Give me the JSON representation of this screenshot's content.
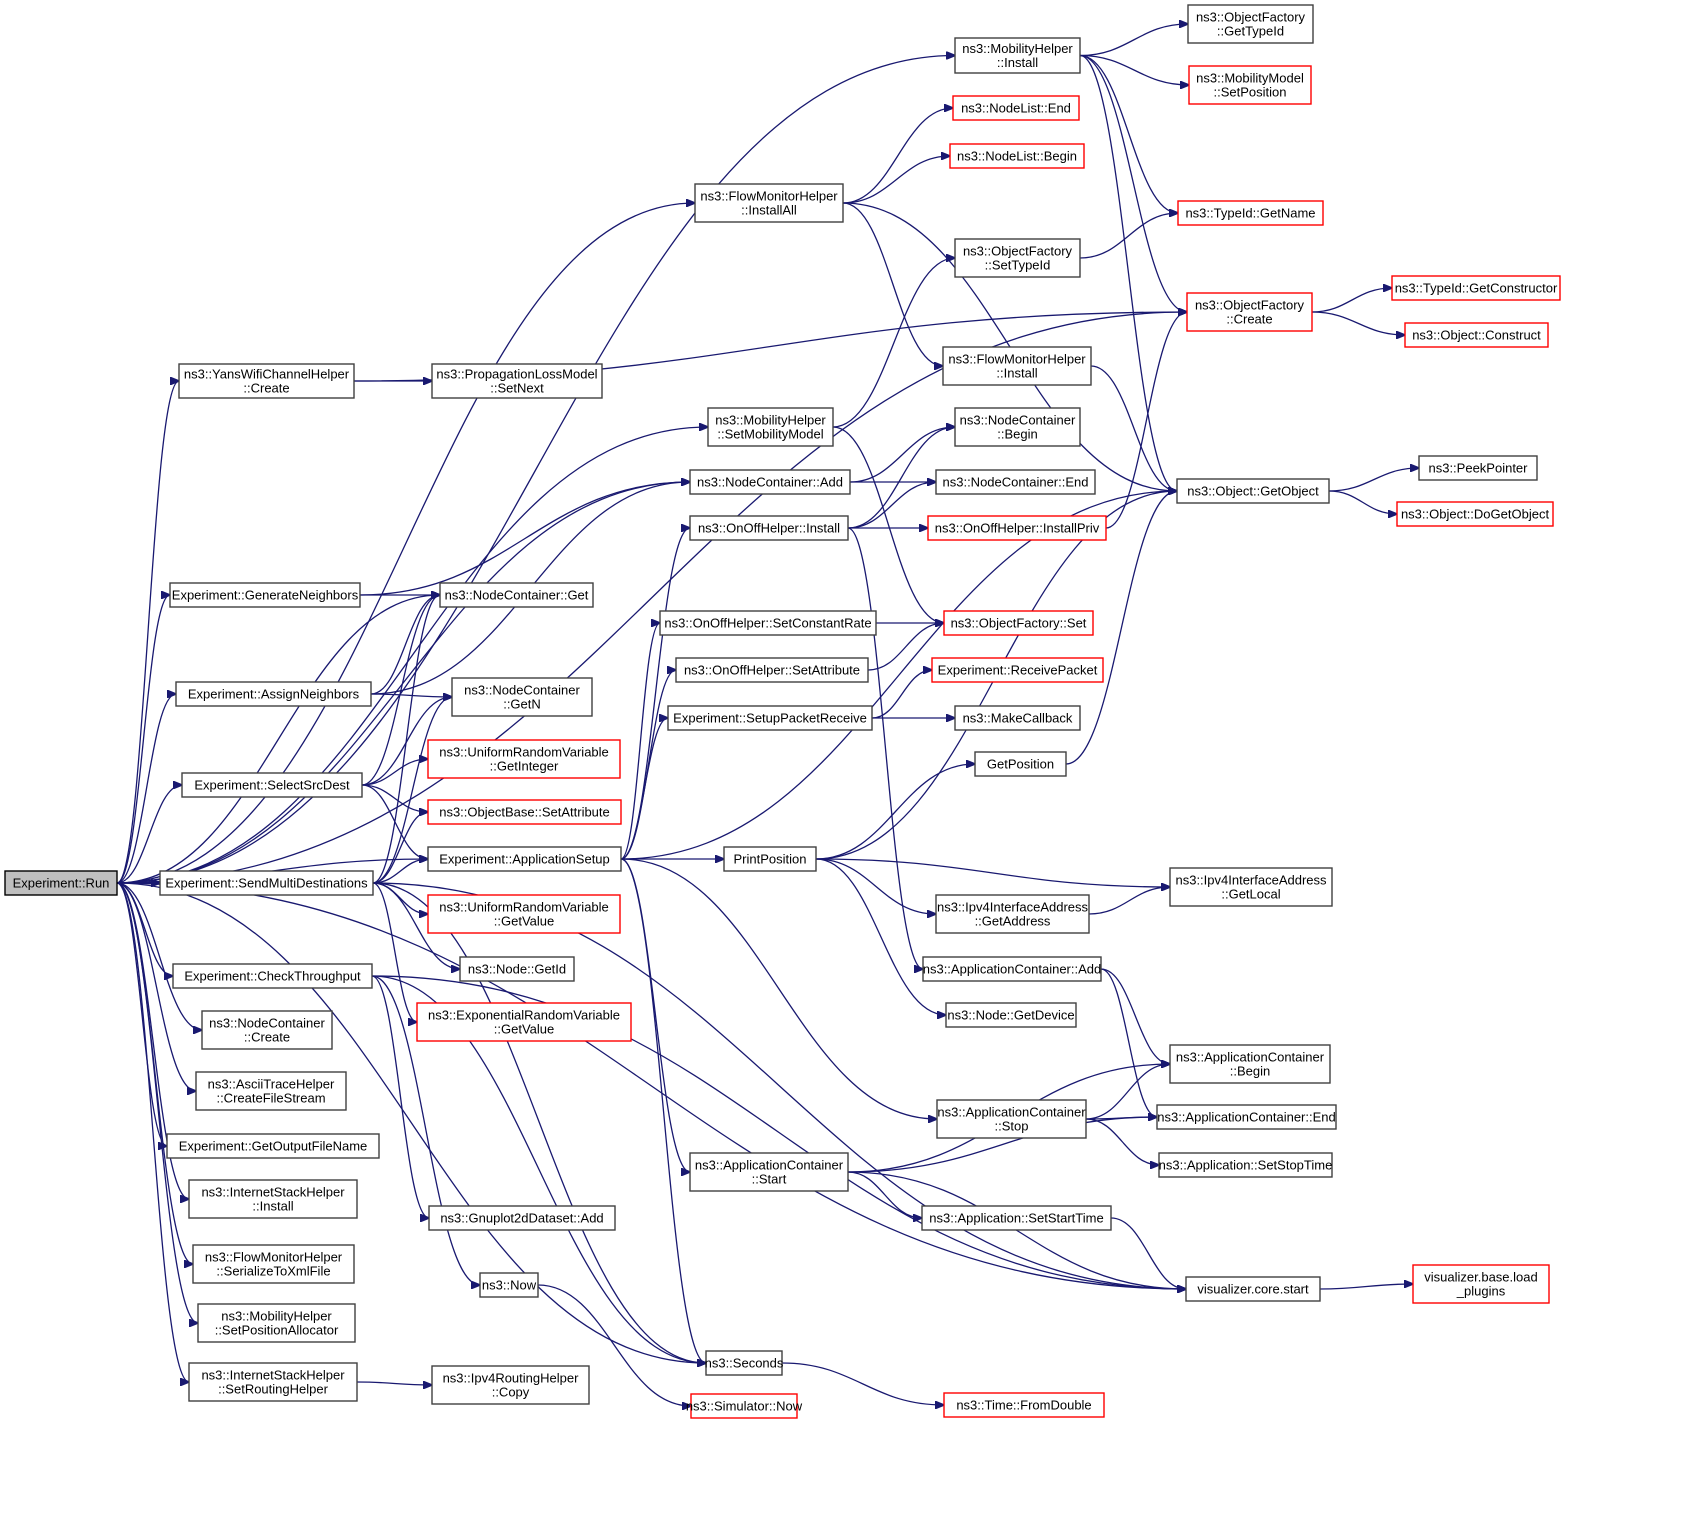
{
  "diagram": {
    "title": "Experiment::Run call graph",
    "colors": {
      "edge": "#191970",
      "border": "#404040",
      "border_truncated": "#ff0000",
      "root_fill": "#bfbfbf"
    },
    "nodes": [
      {
        "id": "run",
        "lines": [
          "Experiment::Run"
        ],
        "root": true
      },
      {
        "id": "mob_install",
        "lines": [
          "ns3::MobilityHelper",
          "::Install"
        ]
      },
      {
        "id": "of_gettypeid",
        "lines": [
          "ns3::ObjectFactory",
          "::GetTypeId"
        ]
      },
      {
        "id": "mm_setpos",
        "lines": [
          "ns3::MobilityModel",
          "::SetPosition"
        ],
        "truncated": true
      },
      {
        "id": "nl_end",
        "lines": [
          "ns3::NodeList::End"
        ],
        "truncated": true
      },
      {
        "id": "nl_begin",
        "lines": [
          "ns3::NodeList::Begin"
        ],
        "truncated": true
      },
      {
        "id": "fmh_installall",
        "lines": [
          "ns3::FlowMonitorHelper",
          "::InstallAll"
        ]
      },
      {
        "id": "tid_getname",
        "lines": [
          "ns3::TypeId::GetName"
        ],
        "truncated": true
      },
      {
        "id": "of_settypeid",
        "lines": [
          "ns3::ObjectFactory",
          "::SetTypeId"
        ]
      },
      {
        "id": "of_create",
        "lines": [
          "ns3::ObjectFactory",
          "::Create"
        ],
        "truncated": true
      },
      {
        "id": "tid_getctor",
        "lines": [
          "ns3::TypeId::GetConstructor"
        ],
        "truncated": true
      },
      {
        "id": "obj_construct",
        "lines": [
          "ns3::Object::Construct"
        ],
        "truncated": true
      },
      {
        "id": "yans_create",
        "lines": [
          "ns3::YansWifiChannelHelper",
          "::Create"
        ]
      },
      {
        "id": "plm_setnext",
        "lines": [
          "ns3::PropagationLossModel",
          "::SetNext"
        ]
      },
      {
        "id": "fmh_install",
        "lines": [
          "ns3::FlowMonitorHelper",
          "::Install"
        ]
      },
      {
        "id": "mob_setmm",
        "lines": [
          "ns3::MobilityHelper",
          "::SetMobilityModel"
        ]
      },
      {
        "id": "nc_begin",
        "lines": [
          "ns3::NodeContainer",
          "::Begin"
        ]
      },
      {
        "id": "obj_getobject",
        "lines": [
          "ns3::Object::GetObject"
        ]
      },
      {
        "id": "peekpointer",
        "lines": [
          "ns3::PeekPointer"
        ]
      },
      {
        "id": "nc_add",
        "lines": [
          "ns3::NodeContainer::Add"
        ]
      },
      {
        "id": "nc_end",
        "lines": [
          "ns3::NodeContainer::End"
        ]
      },
      {
        "id": "obj_dogetobject",
        "lines": [
          "ns3::Object::DoGetObject"
        ],
        "truncated": true
      },
      {
        "id": "onoff_install",
        "lines": [
          "ns3::OnOffHelper::Install"
        ]
      },
      {
        "id": "onoff_installpriv",
        "lines": [
          "ns3::OnOffHelper::InstallPriv"
        ],
        "truncated": true
      },
      {
        "id": "gen_neighbors",
        "lines": [
          "Experiment::GenerateNeighbors"
        ]
      },
      {
        "id": "nc_get",
        "lines": [
          "ns3::NodeContainer::Get"
        ]
      },
      {
        "id": "onoff_setrate",
        "lines": [
          "ns3::OnOffHelper::SetConstantRate"
        ]
      },
      {
        "id": "of_set",
        "lines": [
          "ns3::ObjectFactory::Set"
        ],
        "truncated": true
      },
      {
        "id": "assign_neighbors",
        "lines": [
          "Experiment::AssignNeighbors"
        ]
      },
      {
        "id": "nc_getn",
        "lines": [
          "ns3::NodeContainer",
          "::GetN"
        ]
      },
      {
        "id": "onoff_setattr",
        "lines": [
          "ns3::OnOffHelper::SetAttribute"
        ]
      },
      {
        "id": "recv_packet",
        "lines": [
          "Experiment::ReceivePacket"
        ],
        "truncated": true
      },
      {
        "id": "setup_recv",
        "lines": [
          "Experiment::SetupPacketReceive"
        ]
      },
      {
        "id": "makecallback",
        "lines": [
          "ns3::MakeCallback"
        ]
      },
      {
        "id": "urv_getint",
        "lines": [
          "ns3::UniformRandomVariable",
          "::GetInteger"
        ],
        "truncated": true
      },
      {
        "id": "getposition",
        "lines": [
          "GetPosition"
        ]
      },
      {
        "id": "select_srcdest",
        "lines": [
          "Experiment::SelectSrcDest"
        ]
      },
      {
        "id": "ob_setattr",
        "lines": [
          "ns3::ObjectBase::SetAttribute"
        ],
        "truncated": true
      },
      {
        "id": "app_setup",
        "lines": [
          "Experiment::ApplicationSetup"
        ]
      },
      {
        "id": "printposition",
        "lines": [
          "PrintPosition"
        ]
      },
      {
        "id": "send_multi",
        "lines": [
          "Experiment::SendMultiDestinations"
        ]
      },
      {
        "id": "ipv4_getlocal",
        "lines": [
          "ns3::Ipv4InterfaceAddress",
          "::GetLocal"
        ]
      },
      {
        "id": "urv_getvalue",
        "lines": [
          "ns3::UniformRandomVariable",
          "::GetValue"
        ],
        "truncated": true
      },
      {
        "id": "ipv4_getaddr",
        "lines": [
          "ns3::Ipv4InterfaceAddress",
          "::GetAddress"
        ]
      },
      {
        "id": "node_getid",
        "lines": [
          "ns3::Node::GetId"
        ]
      },
      {
        "id": "ac_add",
        "lines": [
          "ns3::ApplicationContainer::Add"
        ]
      },
      {
        "id": "check_tput",
        "lines": [
          "Experiment::CheckThroughput"
        ]
      },
      {
        "id": "erv_getvalue",
        "lines": [
          "ns3::ExponentialRandomVariable",
          "::GetValue"
        ],
        "truncated": true
      },
      {
        "id": "node_getdevice",
        "lines": [
          "ns3::Node::GetDevice"
        ]
      },
      {
        "id": "nc_create",
        "lines": [
          "ns3::NodeContainer",
          "::Create"
        ]
      },
      {
        "id": "ac_begin",
        "lines": [
          "ns3::ApplicationContainer",
          "::Begin"
        ]
      },
      {
        "id": "ascii_create",
        "lines": [
          "ns3::AsciiTraceHelper",
          "::CreateFileStream"
        ]
      },
      {
        "id": "ac_stop",
        "lines": [
          "ns3::ApplicationContainer",
          "::Stop"
        ]
      },
      {
        "id": "ac_end",
        "lines": [
          "ns3::ApplicationContainer::End"
        ]
      },
      {
        "id": "get_outfile",
        "lines": [
          "Experiment::GetOutputFileName"
        ]
      },
      {
        "id": "ac_start",
        "lines": [
          "ns3::ApplicationContainer",
          "::Start"
        ]
      },
      {
        "id": "app_setstop",
        "lines": [
          "ns3::Application::SetStopTime"
        ]
      },
      {
        "id": "ish_install",
        "lines": [
          "ns3::InternetStackHelper",
          "::Install"
        ]
      },
      {
        "id": "gnuplot_add",
        "lines": [
          "ns3::Gnuplot2dDataset::Add"
        ]
      },
      {
        "id": "app_setstart",
        "lines": [
          "ns3::Application::SetStartTime"
        ]
      },
      {
        "id": "fmh_serialize",
        "lines": [
          "ns3::FlowMonitorHelper",
          "::SerializeToXmlFile"
        ]
      },
      {
        "id": "ns3_now",
        "lines": [
          "ns3::Now"
        ]
      },
      {
        "id": "viz_start",
        "lines": [
          "visualizer.core.start"
        ]
      },
      {
        "id": "viz_load",
        "lines": [
          "visualizer.base.load",
          "_plugins"
        ],
        "truncated": true
      },
      {
        "id": "mob_setposalloc",
        "lines": [
          "ns3::MobilityHelper",
          "::SetPositionAllocator"
        ]
      },
      {
        "id": "seconds",
        "lines": [
          "ns3::Seconds"
        ]
      },
      {
        "id": "ish_setrouting",
        "lines": [
          "ns3::InternetStackHelper",
          "::SetRoutingHelper"
        ]
      },
      {
        "id": "ipv4rh_copy",
        "lines": [
          "ns3::Ipv4RoutingHelper",
          "::Copy"
        ]
      },
      {
        "id": "sim_now",
        "lines": [
          "ns3::Simulator::Now"
        ],
        "truncated": true
      },
      {
        "id": "time_fromdouble",
        "lines": [
          "ns3::Time::FromDouble"
        ],
        "truncated": true
      }
    ],
    "edges": [
      [
        "run",
        "mob_install"
      ],
      [
        "run",
        "fmh_installall"
      ],
      [
        "run",
        "of_create"
      ],
      [
        "run",
        "yans_create"
      ],
      [
        "run",
        "mob_setmm"
      ],
      [
        "run",
        "nc_add"
      ],
      [
        "run",
        "gen_neighbors"
      ],
      [
        "run",
        "nc_get"
      ],
      [
        "run",
        "assign_neighbors"
      ],
      [
        "run",
        "select_srcdest"
      ],
      [
        "run",
        "app_setup"
      ],
      [
        "run",
        "send_multi"
      ],
      [
        "run",
        "check_tput"
      ],
      [
        "run",
        "nc_create"
      ],
      [
        "run",
        "ascii_create"
      ],
      [
        "run",
        "get_outfile"
      ],
      [
        "run",
        "ish_install"
      ],
      [
        "run",
        "fmh_serialize"
      ],
      [
        "run",
        "mob_setposalloc"
      ],
      [
        "run",
        "ish_setrouting"
      ],
      [
        "run",
        "viz_start"
      ],
      [
        "run",
        "seconds"
      ],
      [
        "mob_install",
        "of_gettypeid"
      ],
      [
        "mob_install",
        "mm_setpos"
      ],
      [
        "mob_install",
        "tid_getname"
      ],
      [
        "mob_install",
        "of_create"
      ],
      [
        "mob_install",
        "obj_getobject"
      ],
      [
        "fmh_installall",
        "nl_end"
      ],
      [
        "fmh_installall",
        "nl_begin"
      ],
      [
        "fmh_installall",
        "obj_getobject"
      ],
      [
        "fmh_installall",
        "fmh_install"
      ],
      [
        "of_settypeid",
        "tid_getname"
      ],
      [
        "of_create",
        "tid_getctor"
      ],
      [
        "of_create",
        "obj_construct"
      ],
      [
        "yans_create",
        "plm_setnext"
      ],
      [
        "yans_create",
        "of_create"
      ],
      [
        "fmh_install",
        "obj_getobject"
      ],
      [
        "mob_setmm",
        "of_settypeid"
      ],
      [
        "mob_setmm",
        "of_set"
      ],
      [
        "nc_add",
        "nc_begin"
      ],
      [
        "nc_add",
        "nc_end"
      ],
      [
        "obj_getobject",
        "peekpointer"
      ],
      [
        "obj_getobject",
        "obj_dogetobject"
      ],
      [
        "onoff_install",
        "nc_begin"
      ],
      [
        "onoff_install",
        "nc_end"
      ],
      [
        "onoff_install",
        "onoff_installpriv"
      ],
      [
        "onoff_install",
        "ac_add"
      ],
      [
        "onoff_installpriv",
        "of_create"
      ],
      [
        "gen_neighbors",
        "nc_get"
      ],
      [
        "gen_neighbors",
        "nc_add"
      ],
      [
        "onoff_setrate",
        "of_set"
      ],
      [
        "onoff_setattr",
        "of_set"
      ],
      [
        "assign_neighbors",
        "nc_get"
      ],
      [
        "assign_neighbors",
        "nc_getn"
      ],
      [
        "assign_neighbors",
        "nc_add"
      ],
      [
        "setup_recv",
        "recv_packet"
      ],
      [
        "setup_recv",
        "makecallback"
      ],
      [
        "getposition",
        "obj_getobject"
      ],
      [
        "select_srcdest",
        "nc_getn"
      ],
      [
        "select_srcdest",
        "nc_get"
      ],
      [
        "select_srcdest",
        "urv_getint"
      ],
      [
        "select_srcdest",
        "ob_setattr"
      ],
      [
        "select_srcdest",
        "app_setup"
      ],
      [
        "app_setup",
        "printposition"
      ],
      [
        "app_setup",
        "onoff_install"
      ],
      [
        "app_setup",
        "onoff_setrate"
      ],
      [
        "app_setup",
        "onoff_setattr"
      ],
      [
        "app_setup",
        "setup_recv"
      ],
      [
        "app_setup",
        "obj_getobject"
      ],
      [
        "app_setup",
        "ac_start"
      ],
      [
        "app_setup",
        "ac_stop"
      ],
      [
        "app_setup",
        "seconds"
      ],
      [
        "printposition",
        "getposition"
      ],
      [
        "printposition",
        "obj_getobject"
      ],
      [
        "printposition",
        "ipv4_getlocal"
      ],
      [
        "printposition",
        "ipv4_getaddr"
      ],
      [
        "printposition",
        "node_getdevice"
      ],
      [
        "ipv4_getaddr",
        "ipv4_getlocal"
      ],
      [
        "send_multi",
        "app_setup"
      ],
      [
        "send_multi",
        "ob_setattr"
      ],
      [
        "send_multi",
        "urv_getvalue"
      ],
      [
        "send_multi",
        "node_getid"
      ],
      [
        "send_multi",
        "erv_getvalue"
      ],
      [
        "send_multi",
        "nc_get"
      ],
      [
        "send_multi",
        "nc_getn"
      ],
      [
        "send_multi",
        "seconds"
      ],
      [
        "send_multi",
        "viz_start"
      ],
      [
        "ac_add",
        "ac_begin"
      ],
      [
        "ac_add",
        "ac_end"
      ],
      [
        "check_tput",
        "gnuplot_add"
      ],
      [
        "check_tput",
        "ns3_now"
      ],
      [
        "check_tput",
        "seconds"
      ],
      [
        "check_tput",
        "viz_start"
      ],
      [
        "ac_stop",
        "ac_begin"
      ],
      [
        "ac_stop",
        "ac_end"
      ],
      [
        "ac_stop",
        "app_setstop"
      ],
      [
        "ac_start",
        "ac_begin"
      ],
      [
        "ac_start",
        "ac_end"
      ],
      [
        "ac_start",
        "app_setstart"
      ],
      [
        "ac_start",
        "viz_start"
      ],
      [
        "app_setstart",
        "viz_start"
      ],
      [
        "viz_start",
        "viz_load"
      ],
      [
        "ns3_now",
        "sim_now"
      ],
      [
        "seconds",
        "time_fromdouble"
      ],
      [
        "ish_setrouting",
        "ipv4rh_copy"
      ]
    ]
  }
}
